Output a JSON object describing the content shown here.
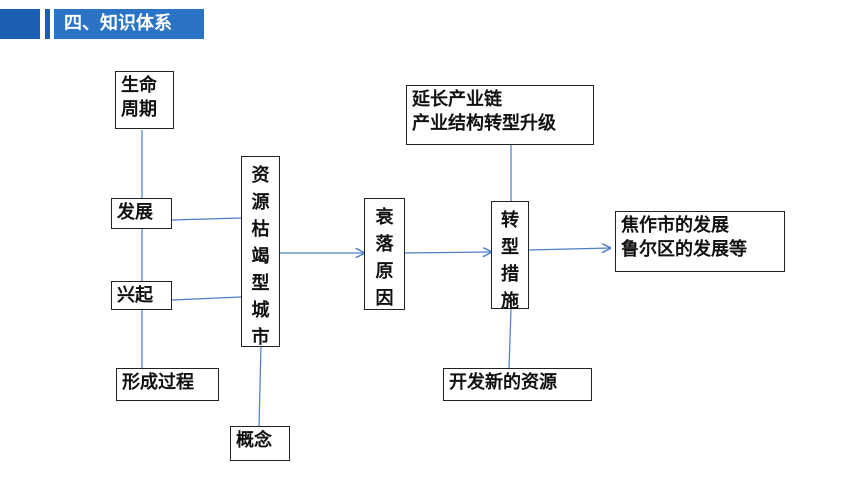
{
  "header": {
    "title": "四、知识体系"
  },
  "nodes": {
    "life_cycle": "生命\n周期",
    "develop": "发展",
    "rise": "兴起",
    "formation": "形成过程",
    "concept": "概念",
    "city": "资\n源\n枯\n竭\n型\n城\n市",
    "decline": "衰\n落\n原\n因",
    "measures": "转\n型\n措\n施",
    "extend_chain": "延长产业链\n产业结构转型升级",
    "new_resources": "开发新的资源",
    "cases": "焦作市的发展\n鲁尔区的发展等"
  },
  "colors": {
    "header": "#2b73c4",
    "header_dark": "#1a5fb4",
    "link": "#4a7fc8"
  }
}
